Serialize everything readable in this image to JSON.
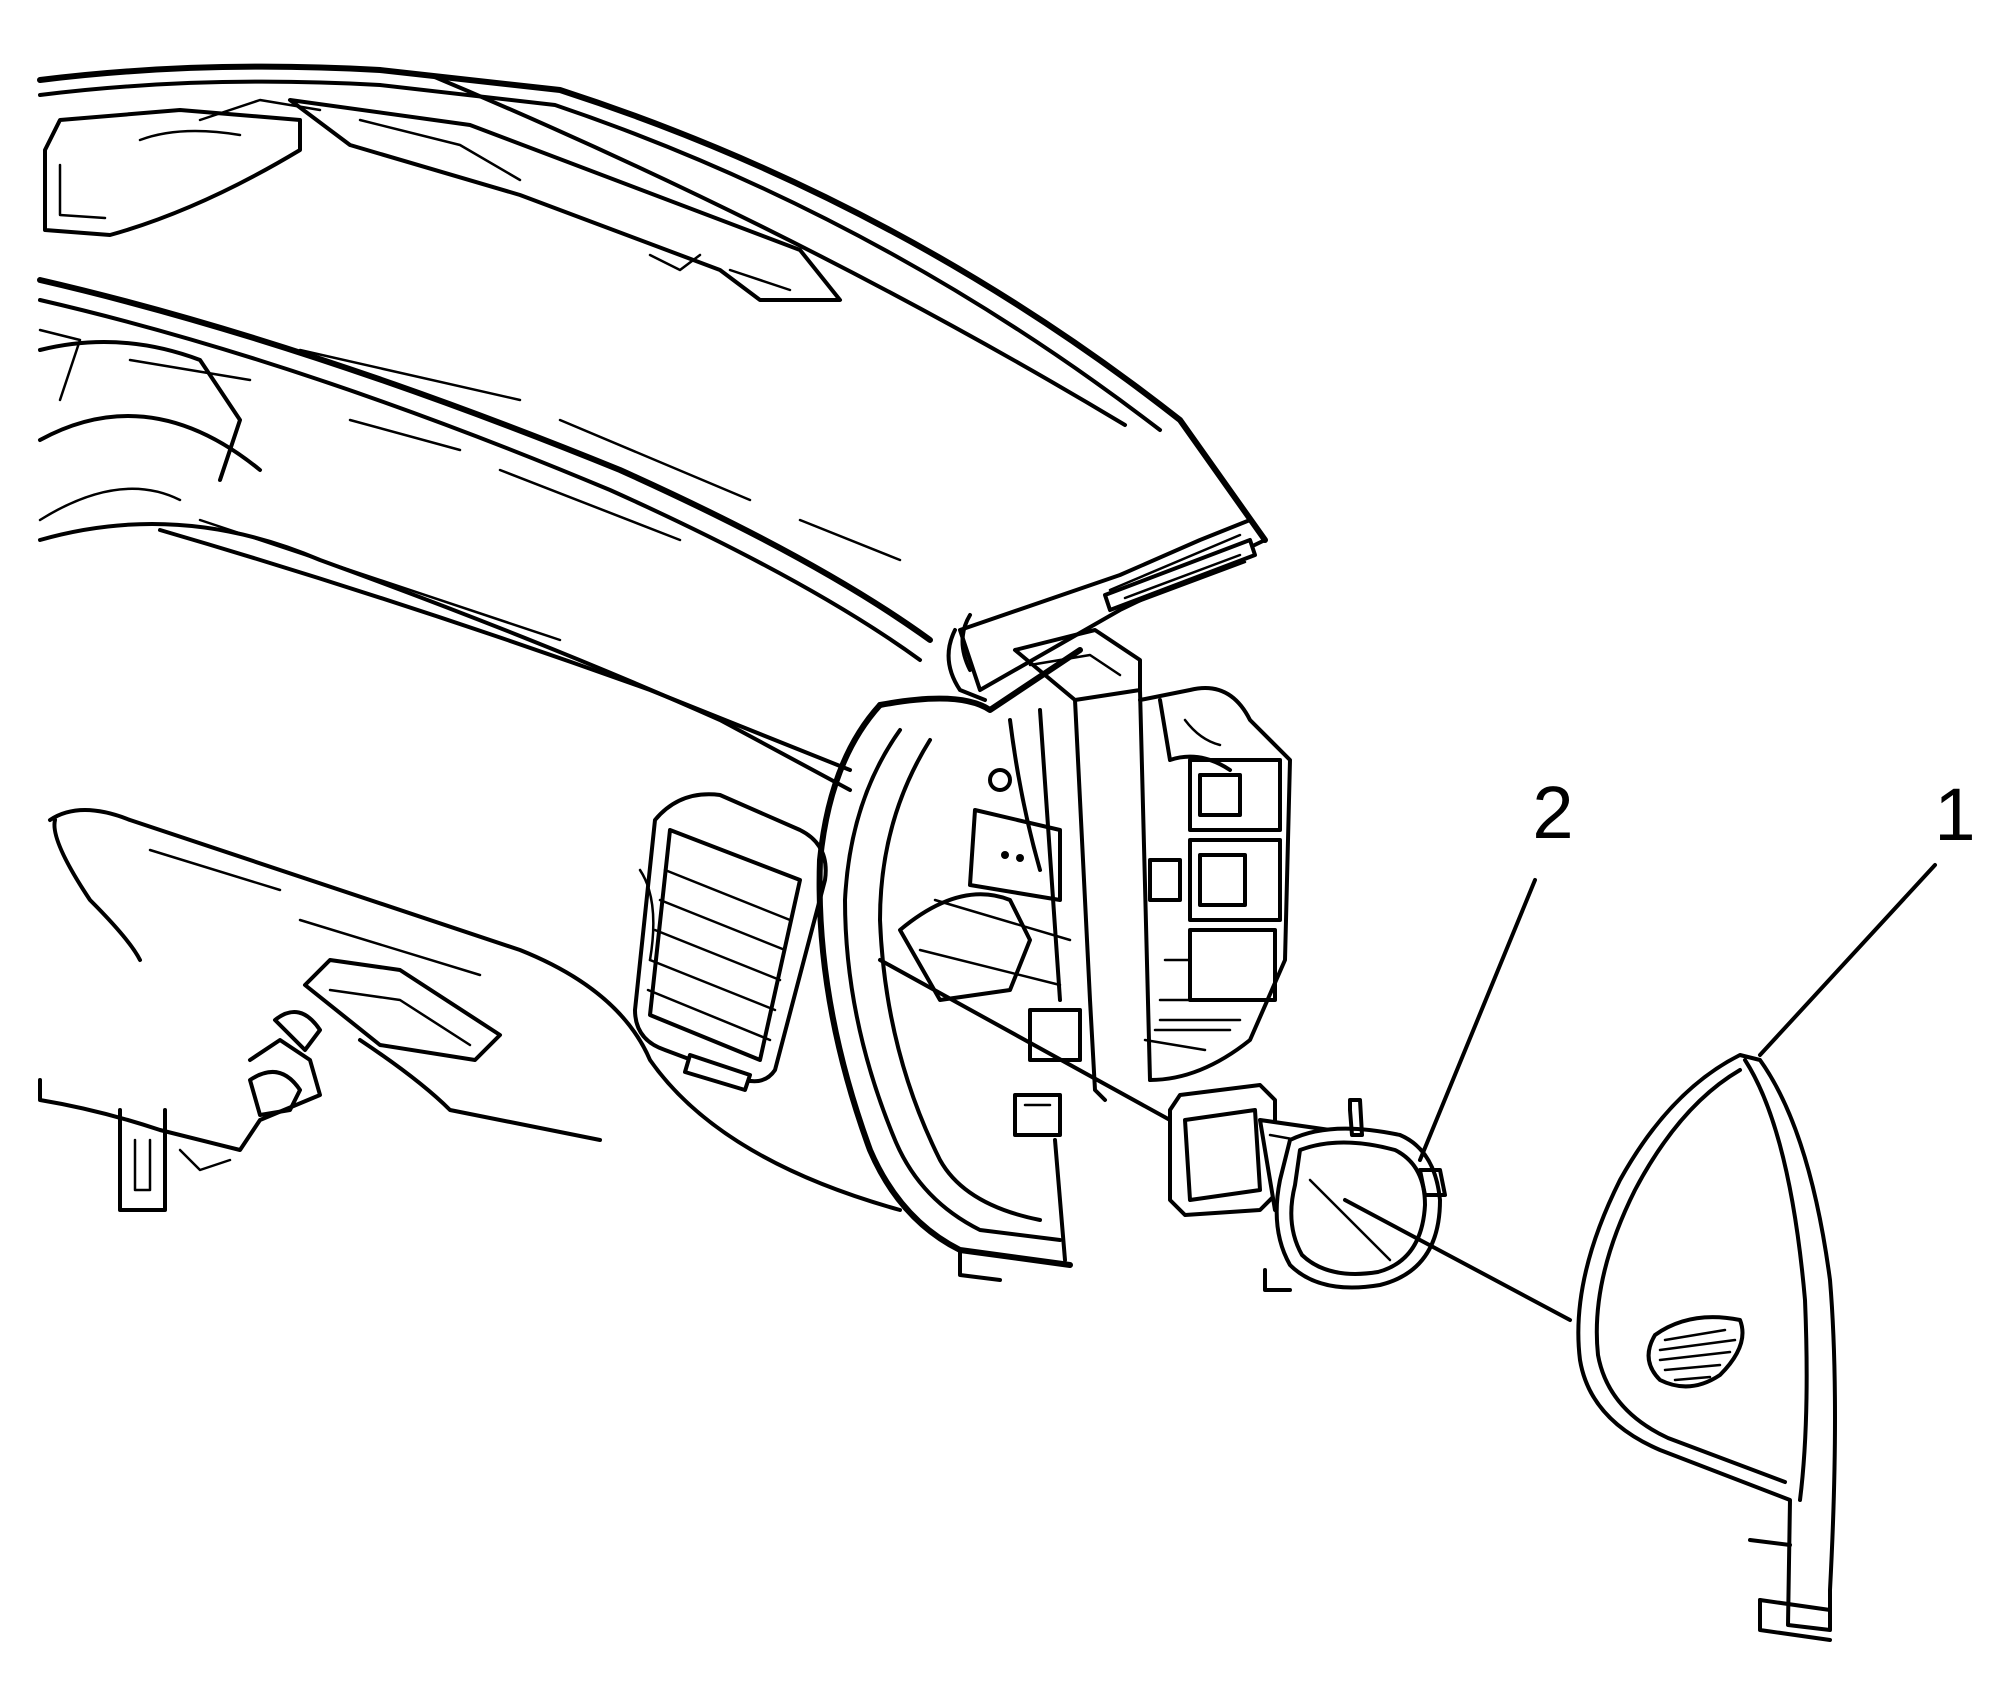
{
  "callouts": [
    {
      "label": "1",
      "part": "trim-panel"
    },
    {
      "label": "2",
      "part": "air-outlet-duct"
    }
  ],
  "colors": {
    "background": "#ffffff",
    "line": "#000000"
  }
}
